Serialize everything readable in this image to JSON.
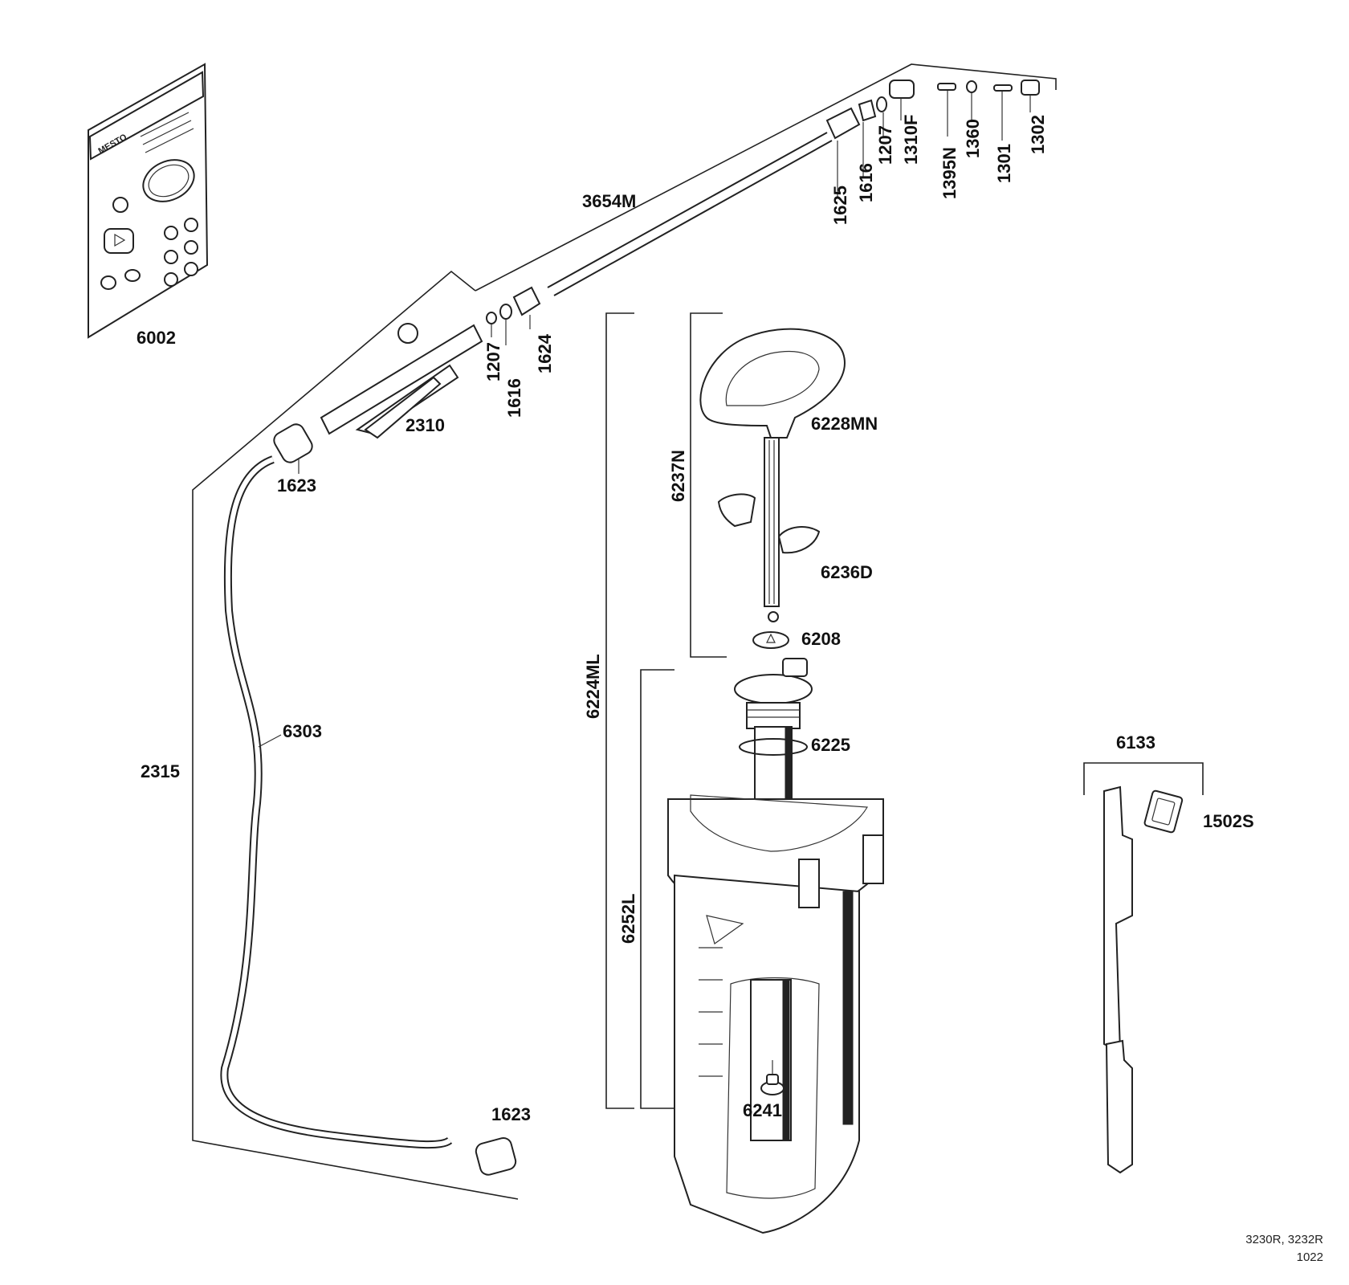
{
  "brand": "MESTO",
  "parts": {
    "p6002": "6002",
    "p3654M": "3654M",
    "p1625": "1625",
    "p1616_top": "1616",
    "p1207_top": "1207",
    "p1310F": "1310F",
    "p1395N": "1395N",
    "p1360": "1360",
    "p1301": "1301",
    "p1302": "1302",
    "p1207_gun": "1207",
    "p1616_gun": "1616",
    "p1624": "1624",
    "p2310": "2310",
    "p1623_top": "1623",
    "p6224ML": "6224ML",
    "p6237N": "6237N",
    "p6228MN": "6228MN",
    "p6236D": "6236D",
    "p6208": "6208",
    "p6225": "6225",
    "p6252L": "6252L",
    "p6241": "6241",
    "p6303": "6303",
    "p2315": "2315",
    "p1623_bottom": "1623",
    "p6133": "6133",
    "p1502S": "1502S"
  },
  "reference": {
    "models": "3230R, 3232R",
    "code": "1022"
  }
}
